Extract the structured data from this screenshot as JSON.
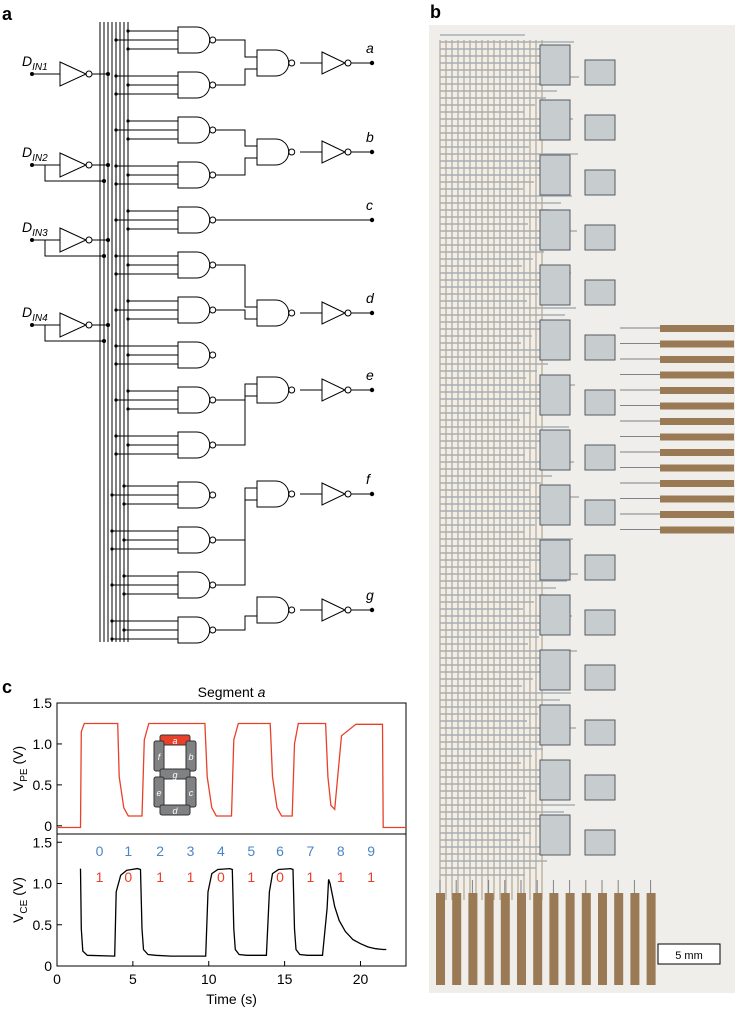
{
  "panels": {
    "a": "a",
    "b": "b",
    "c": "c"
  },
  "circuit": {
    "inputs": [
      {
        "main": "D",
        "sub": "IN1"
      },
      {
        "main": "D",
        "sub": "IN2"
      },
      {
        "main": "D",
        "sub": "IN3"
      },
      {
        "main": "D",
        "sub": "IN4"
      }
    ],
    "outputs": [
      "a",
      "b",
      "c",
      "d",
      "e",
      "f",
      "g"
    ]
  },
  "photo": {
    "scale_bar": "5 mm",
    "bottom_pads": 14,
    "right_pads": 14
  },
  "chart_data": [
    {
      "type": "line",
      "title": "Segment a",
      "ylabel": "V",
      "ylabel_sub": "PE",
      "ylabel_unit": "(V)",
      "xlim": [
        0,
        23
      ],
      "ylim": [
        -0.1,
        1.5
      ],
      "yticks": [
        "0",
        "0.5",
        "1.0",
        "1.5"
      ],
      "series": [
        {
          "color": "#e8402a",
          "x": [
            0,
            1.55,
            1.6,
            1.8,
            4.0,
            4.1,
            4.4,
            4.7,
            5.6,
            5.75,
            6.05,
            9.75,
            9.9,
            10.2,
            10.5,
            11.5,
            11.65,
            11.95,
            14.05,
            14.2,
            14.5,
            14.8,
            15.5,
            15.65,
            15.9,
            17.7,
            17.85,
            18.05,
            18.3,
            18.5,
            18.75,
            19.7,
            21.45,
            21.5,
            23
          ],
          "y": [
            -0.02,
            -0.02,
            1.15,
            1.25,
            1.25,
            0.6,
            0.22,
            0.12,
            0.12,
            1.05,
            1.25,
            1.25,
            0.6,
            0.22,
            0.12,
            0.12,
            1.05,
            1.25,
            1.25,
            0.6,
            0.22,
            0.12,
            0.12,
            1.0,
            1.25,
            1.25,
            0.6,
            0.25,
            0.2,
            0.6,
            1.1,
            1.24,
            1.24,
            -0.02,
            -0.02
          ]
        }
      ]
    },
    {
      "type": "line",
      "xlabel": "Time (s)",
      "ylabel": "V",
      "ylabel_sub": "CE",
      "ylabel_unit": "(V)",
      "xlim": [
        0,
        23
      ],
      "ylim": [
        0,
        1.6
      ],
      "yticks": [
        "0",
        "0.5",
        "1.0",
        "1.5"
      ],
      "xticks": [
        "0",
        "5",
        "10",
        "15",
        "20"
      ],
      "digits": [
        "0",
        "1",
        "2",
        "3",
        "4",
        "5",
        "6",
        "7",
        "8",
        "9"
      ],
      "digit_x": [
        2.8,
        4.7,
        6.8,
        8.8,
        10.8,
        12.8,
        14.7,
        16.7,
        18.7,
        20.7
      ],
      "segment_states": [
        "1",
        "0",
        "1",
        "1",
        "0",
        "1",
        "0",
        "1",
        "1",
        "1"
      ],
      "digit_color": "#4a86c5",
      "state_color": "#e8402a",
      "series": [
        {
          "color": "#000000",
          "x": [
            1.55,
            1.6,
            1.7,
            2.0,
            3.8,
            3.9,
            4.2,
            4.6,
            5.3,
            5.5,
            5.6,
            5.7,
            6.0,
            6.5,
            7.5,
            9.8,
            9.95,
            10.2,
            10.6,
            11.4,
            11.55,
            11.65,
            11.75,
            12.0,
            12.5,
            13.8,
            14.0,
            14.2,
            14.6,
            15.4,
            15.55,
            15.65,
            15.75,
            16.0,
            16.5,
            17.5,
            17.8,
            17.9,
            18.0,
            18.3,
            18.6,
            19.0,
            19.5,
            20.0,
            20.5,
            21.0,
            21.5,
            21.7
          ],
          "y": [
            1.18,
            0.45,
            0.18,
            0.13,
            0.12,
            0.9,
            1.1,
            1.16,
            1.18,
            1.17,
            0.45,
            0.2,
            0.14,
            0.13,
            0.12,
            0.12,
            0.9,
            1.12,
            1.17,
            1.18,
            1.17,
            0.45,
            0.2,
            0.14,
            0.13,
            0.13,
            0.9,
            1.12,
            1.17,
            1.18,
            1.17,
            0.45,
            0.2,
            0.14,
            0.13,
            0.13,
            0.7,
            1.05,
            1.0,
            0.72,
            0.55,
            0.42,
            0.32,
            0.27,
            0.23,
            0.21,
            0.2,
            0.2
          ]
        }
      ]
    }
  ]
}
